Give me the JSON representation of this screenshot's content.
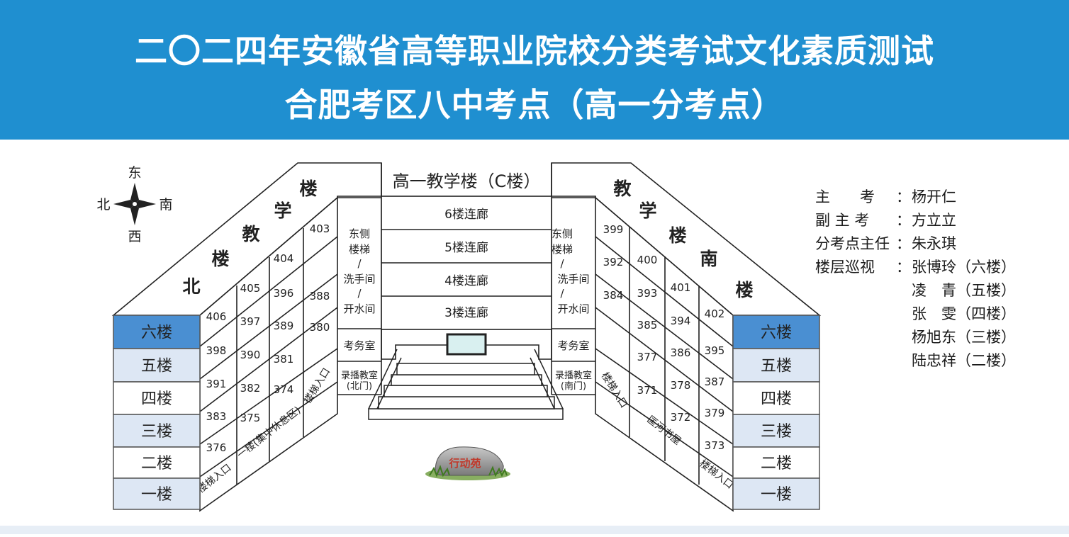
{
  "header": {
    "title_line1": "二〇二四年安徽省高等职业院校分类考试文化素质测试",
    "title_line2": "合肥考区八中考点（高一分考点）"
  },
  "compass": {
    "east": "东",
    "west": "西",
    "south": "南",
    "north": "北"
  },
  "building": {
    "center_name": "高一教学楼（C楼）",
    "north_chars": [
      "北",
      "楼",
      "教",
      "学",
      "楼"
    ],
    "south_chars": [
      "教",
      "学",
      "楼",
      "南",
      "楼"
    ],
    "corridors": [
      "6楼连廊",
      "5楼连廊",
      "4楼连廊",
      "3楼连廊"
    ],
    "floors": [
      "六楼",
      "五楼",
      "四楼",
      "三楼",
      "二楼",
      "一楼"
    ],
    "north_wing": {
      "stairs": "东侧楼梯/洗手间/开水间",
      "stairs_lines": [
        "东侧",
        "楼梯",
        "/",
        "洗手间",
        "/",
        "开水间"
      ],
      "exam_office": "考务室",
      "broadcast_lines": [
        "录播教室",
        "(北门)"
      ],
      "stair_entry_inner": "楼梯入口",
      "stair_entry_outer": "楼梯入口",
      "ground_label": "一楼(集中休息区)",
      "rooms": [
        [
          "406",
          "405",
          "404",
          "403"
        ],
        [
          "398",
          "397",
          "396",
          "388"
        ],
        [
          "391",
          "390",
          "389",
          "380"
        ],
        [
          "383",
          "382",
          "381",
          ""
        ],
        [
          "376",
          "375",
          "374",
          ""
        ]
      ]
    },
    "south_wing": {
      "stairs": "东侧楼梯/洗手间/开水间",
      "stairs_lines": [
        "东侧",
        "楼梯",
        "/",
        "洗手间",
        "/",
        "开水间"
      ],
      "exam_office": "考务室",
      "broadcast_lines": [
        "录播教室",
        "(南门)"
      ],
      "stair_entry_inner": "楼梯入口",
      "stair_entry_outer": "楼梯入口",
      "ground_label": "匡河书屋",
      "rooms": [
        [
          "399",
          "400",
          "401",
          "402"
        ],
        [
          "392",
          "393",
          "394",
          "395"
        ],
        [
          "384",
          "385",
          "386",
          "387"
        ],
        [
          "",
          "377",
          "378",
          "379"
        ],
        [
          "",
          "371",
          "372",
          "373"
        ]
      ]
    }
  },
  "rock_label": "行动苑",
  "staff": [
    {
      "role": "主　　考",
      "name": "杨开仁"
    },
    {
      "role": "副 主 考",
      "name": "方立立"
    },
    {
      "role": "分考点主任",
      "name": "朱永琪"
    },
    {
      "role": "楼层巡视",
      "name": "张博玲（六楼）"
    },
    {
      "role": "",
      "name": "凌　青（五楼）"
    },
    {
      "role": "",
      "name": "张　雯（四楼）"
    },
    {
      "role": "",
      "name": "杨旭东（三楼）"
    },
    {
      "role": "",
      "name": "陆忠祥（二楼）"
    }
  ],
  "colors": {
    "header_bg": "#1f8fd0",
    "floor_top": "#4a8fd2",
    "floor_light": "#dde7f4",
    "floor_white": "#ffffff"
  }
}
